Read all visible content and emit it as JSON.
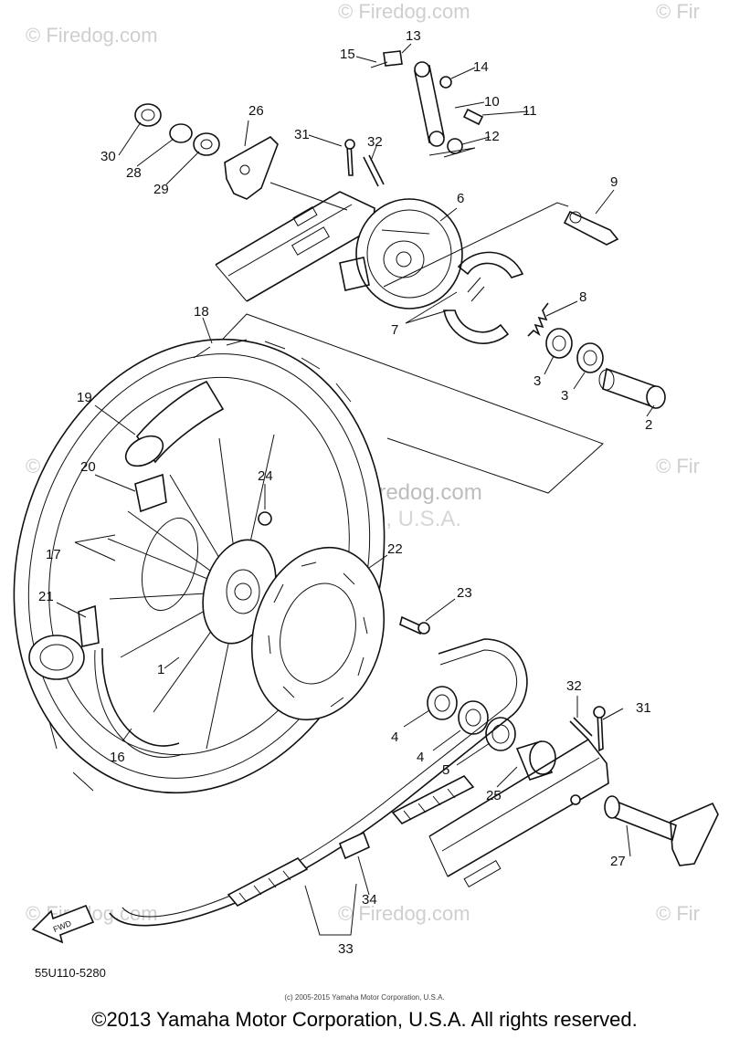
{
  "watermarks": {
    "site": "© Firedog.com",
    "site_short": "© Fir",
    "center_site": "© Firedog.com",
    "center_sub": "Yamaha Motor Corp, U.S.A."
  },
  "labels": {
    "l1": "1",
    "l2": "2",
    "l3a": "3",
    "l3b": "3",
    "l4a": "4",
    "l4b": "4",
    "l5": "5",
    "l6": "6",
    "l7": "7",
    "l8": "8",
    "l9": "9",
    "l10": "10",
    "l11": "11",
    "l12": "12",
    "l13": "13",
    "l14": "14",
    "l15": "15",
    "l16": "16",
    "l17": "17",
    "l18": "18",
    "l19": "19",
    "l20": "20",
    "l21": "21",
    "l22": "22",
    "l23": "23",
    "l24": "24",
    "l25": "25",
    "l26": "26",
    "l27": "27",
    "l28": "28",
    "l29": "29",
    "l30": "30",
    "l31a": "31",
    "l31b": "31",
    "l32a": "32",
    "l32b": "32",
    "l33": "33",
    "l34": "34"
  },
  "fwd_arrow": "FWD",
  "drawing_code": "55U110-5280",
  "small_copyright": "(c) 2005-2015 Yamaha Motor Corporation, U.S.A.",
  "footer": "©2013 Yamaha Motor Corporation, U.S.A. All rights reserved."
}
